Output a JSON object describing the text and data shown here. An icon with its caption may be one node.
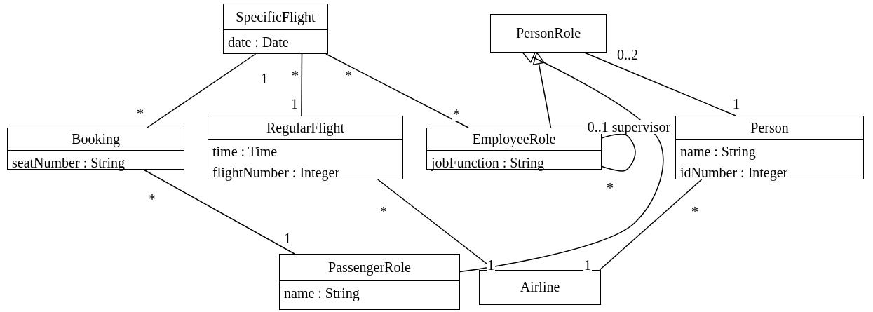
{
  "diagram": {
    "nodes": [
      {
        "text": [
          "SpecificFlight",
          "date : Date"
        ]
      },
      {
        "text": [
          "PersonRole"
        ]
      },
      {
        "text": [
          "Booking",
          "seatNumber : String"
        ]
      },
      {
        "text": [
          "RegularFlight",
          "time : Time",
          "flightNumber : Integer"
        ]
      },
      {
        "text": [
          "EmployeeRole",
          "jobFunction : String"
        ]
      },
      {
        "text": [
          "Person",
          "name : String",
          "idNumber : Integer"
        ]
      },
      {
        "text": [
          "PassengerRole",
          "name : String"
        ]
      },
      {
        "text": [
          "Airline"
        ]
      }
    ],
    "edges": [
      {
        "from": 0,
        "to": 2,
        "arrow": "none"
      },
      {
        "from": 0,
        "to": 3,
        "arrow": "none"
      },
      {
        "from": 0,
        "to": 4,
        "arrow": "none"
      },
      {
        "from": 4,
        "to": 1,
        "arrow": "to"
      },
      {
        "from": 6,
        "to": 1,
        "arrow": "to"
      },
      {
        "from": 1,
        "to": 5,
        "arrow": "none"
      },
      {
        "from": 4,
        "to": 4,
        "arrow": "none"
      },
      {
        "from": 2,
        "to": 6,
        "arrow": "none"
      },
      {
        "from": 3,
        "to": 7,
        "arrow": "none"
      },
      {
        "from": 5,
        "to": 7,
        "arrow": "none"
      }
    ],
    "labels": [
      "1",
      "*",
      "*",
      "0..2",
      "1",
      "*",
      "*",
      "1",
      "0..1 supervisor",
      "*",
      "*",
      "*",
      "*",
      "1",
      "1",
      "1"
    ]
  }
}
